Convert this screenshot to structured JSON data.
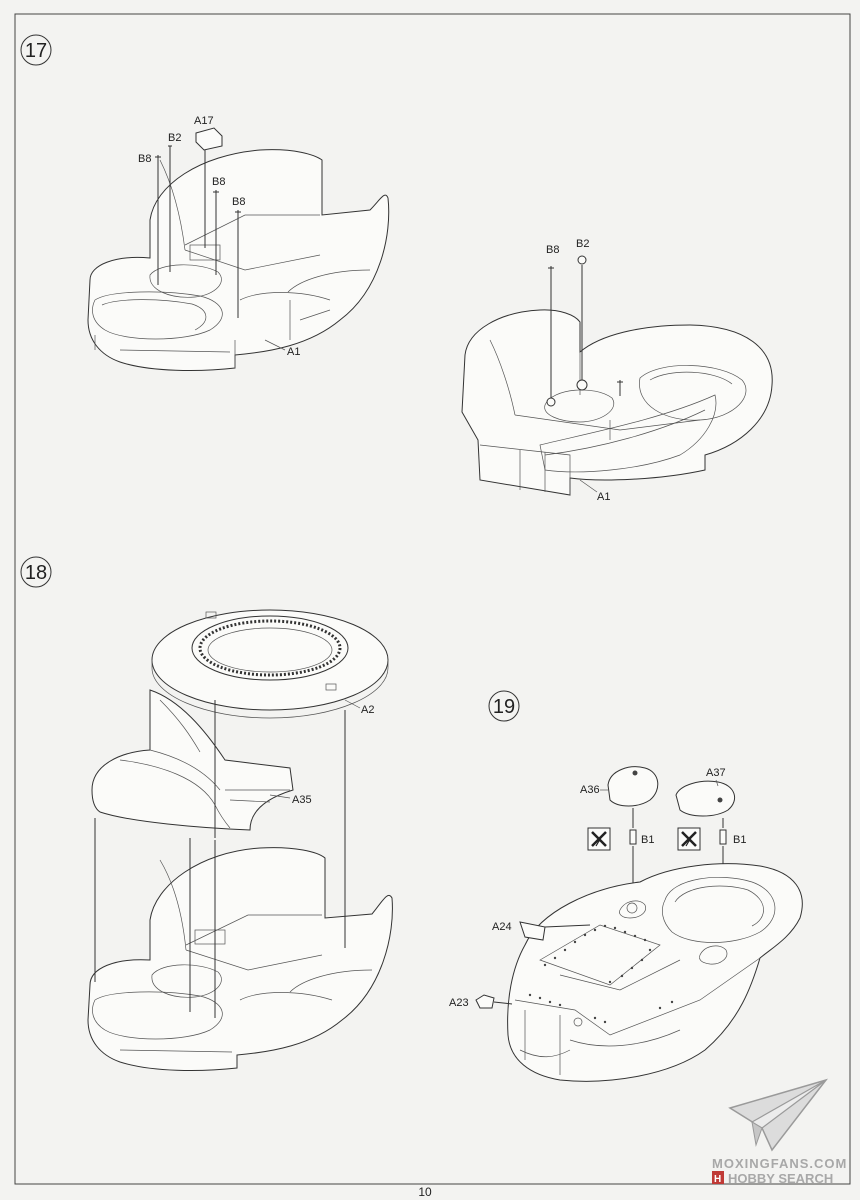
{
  "page_number": "10",
  "steps": [
    {
      "number": "17",
      "labels": [
        "A17",
        "B2",
        "B8",
        "B8",
        "B8",
        "A1"
      ],
      "detail_labels": [
        "B8",
        "B2",
        "A1"
      ]
    },
    {
      "number": "18",
      "labels": [
        "A2",
        "A35"
      ]
    },
    {
      "number": "19",
      "labels": [
        "A36",
        "A37",
        "B1",
        "B1",
        "A24",
        "A23"
      ]
    }
  ],
  "watermark": {
    "line1": "MOXINGFANS.COM",
    "line2_prefix": "H",
    "line2_text": "HOBBY SEARCH"
  },
  "icons": [
    "paper-plane-logo-icon",
    "no-glue-icon"
  ]
}
